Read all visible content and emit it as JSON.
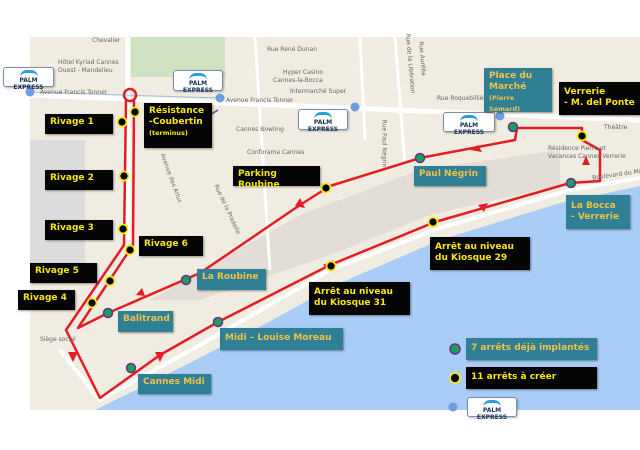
{
  "colors": {
    "route": "#e41d25",
    "existing_stop": "#1aa155",
    "existing_stop_ring": "#6b2d91",
    "new_stop": "#000000",
    "new_stop_ring": "#f5e51a",
    "palm_dot": "#6f9ee0",
    "sea": "#a9cdf7",
    "land": "#f1ece2",
    "label_black": "#050505",
    "label_teal": "#2f7f95"
  },
  "logo_text": "PALM EXPRESS",
  "stops": {
    "resistance": {
      "line1": "Résistance",
      "line2": "-Coubertin",
      "line3": "(terminus)"
    },
    "rivage1": "Rivage 1",
    "rivage2": "Rivage  2",
    "rivage3": "Rivage  3",
    "rivage4": "Rivage  4",
    "rivage5": "Rivage  5",
    "rivage6": "Rivage  6",
    "parking_roubine": "Parking Roubine",
    "place_marche": {
      "line1": "Place du",
      "line2": "Marché",
      "line3": "(Pierre Sémard)"
    },
    "verrerie": {
      "line1": "Verrerie",
      "line2": "- M. del Ponte"
    },
    "paul_negrin": "Paul Négrin",
    "la_bocca": {
      "line1": "La Bocca",
      "line2": "- Verrerie"
    },
    "kiosque29": {
      "line1": "Arrêt au niveau",
      "line2": "du Kiosque 29"
    },
    "kiosque31": {
      "line1": "Arrêt au niveau",
      "line2": "du Kiosque 31"
    },
    "la_roubine": "La Roubine",
    "balitrand": "Balitrand",
    "midi_louise": "Midi – Louise Moreau",
    "cannes_midi": "Cannes Midi"
  },
  "legend": {
    "existing": "7 arrêts déjà implantés",
    "new": "11 arrêts à créer",
    "palm_express": "PALM EXPRESS"
  },
  "streets": {
    "hotel": "Hôtel Kyriad Cannes",
    "hotel2": "Ouest - Mandelieu",
    "tonner1": "Avenue Francis Tonner",
    "tonner2": "Avenue Francis Tonner",
    "hyper": "Hyper Casino",
    "hyper2": "Cannes-la-Bocca",
    "intermarche": "Intermarché Super",
    "bowling": "Cannes Bowling",
    "conforama": "Conforama Cannes",
    "dunan": "Rue René Dunan",
    "roquebilliere": "Rue Roquebillière",
    "theatre": "Théâtre",
    "residence": "Résidence Pierre et",
    "residence2": "Vacances Cannes Verrerie",
    "midi": "Boulevard du Midi",
    "arluc": "Avenue des Arluc",
    "pradelle": "Rue de la Pradelle",
    "negrin": "Rue Paul Négrin",
    "liberation": "Rue de la Libération",
    "aurelia": "Rue Aurélia",
    "chevalier": "Chevalier",
    "siege": "Siège social"
  }
}
